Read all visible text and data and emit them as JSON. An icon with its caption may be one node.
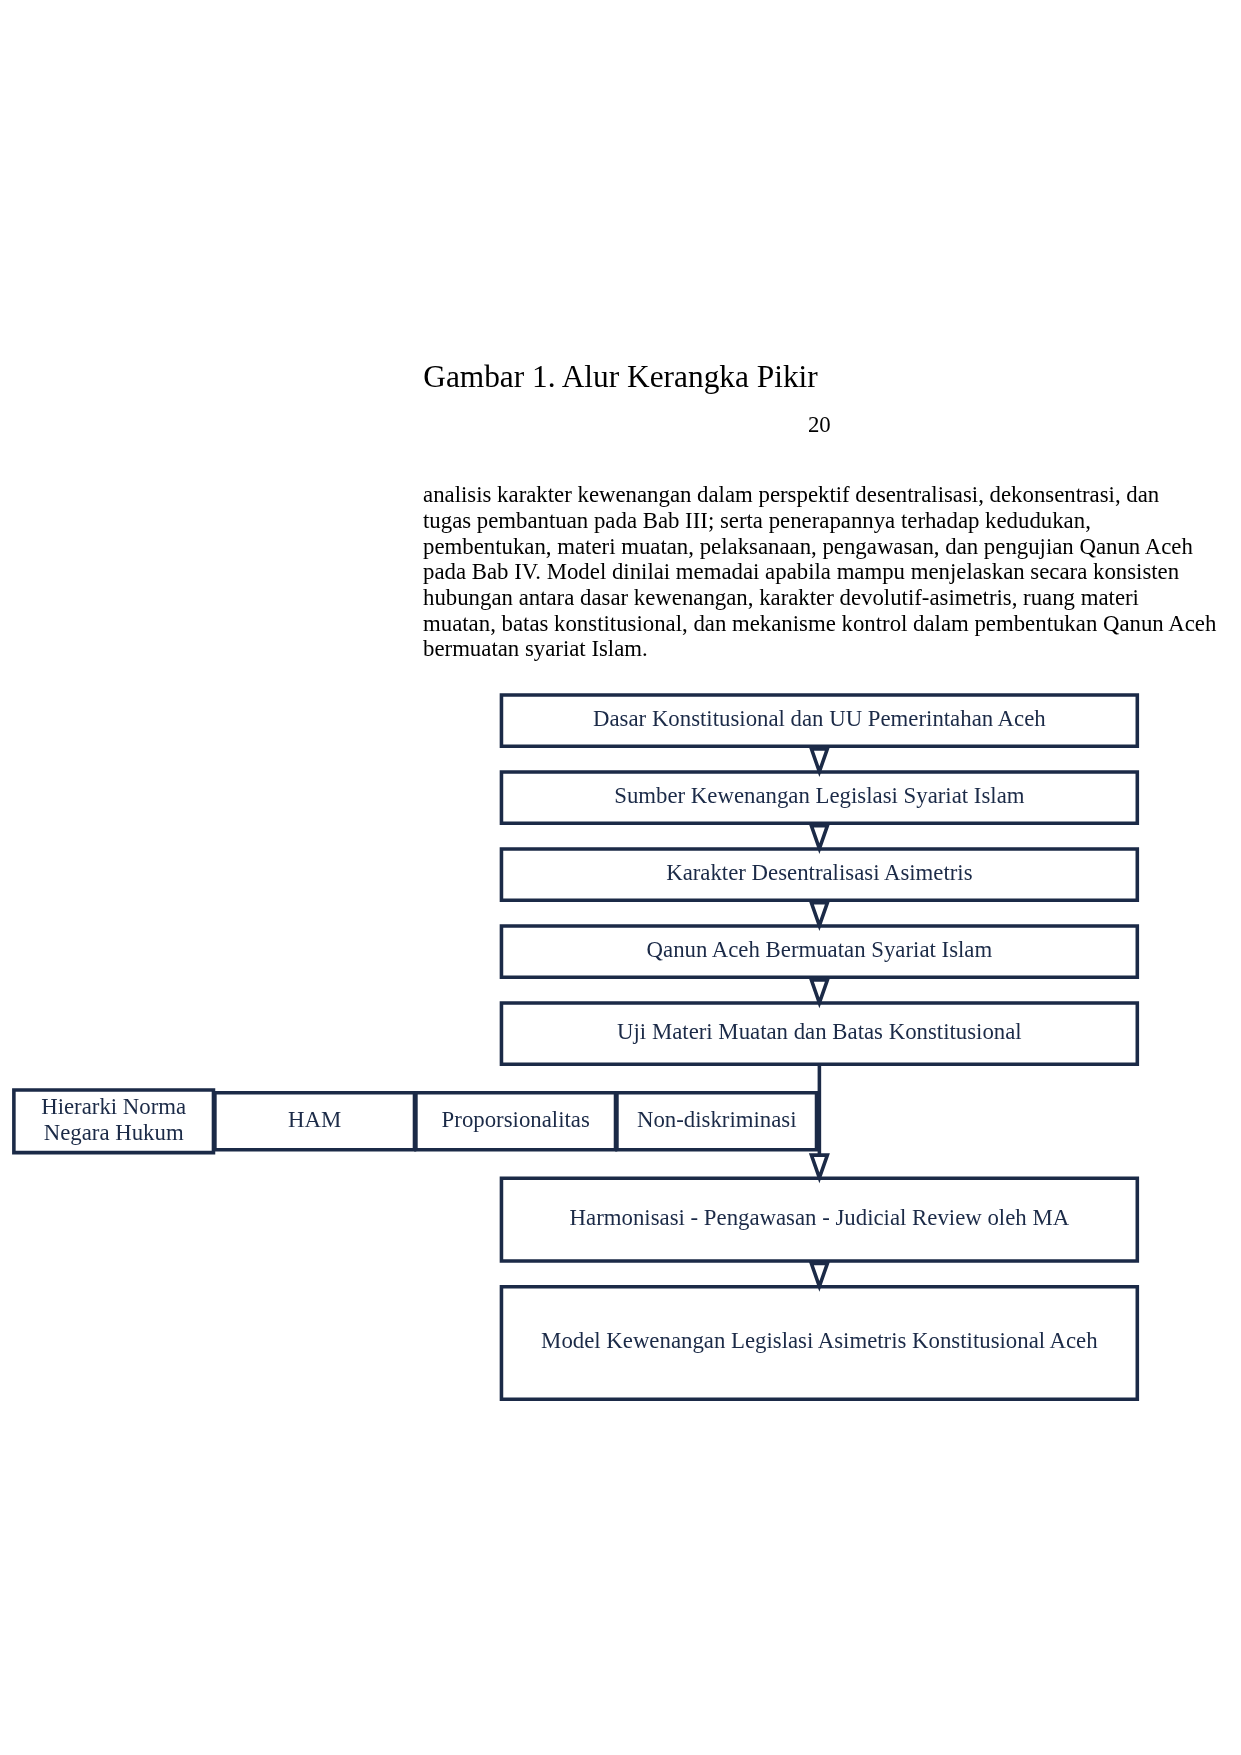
{
  "diagram": {
    "title": "Gambar 1. Alur Kerangka Pikir",
    "nodes": [
      {
        "text": [
          "Dasar Konstitusional dan UU Pemerintahan Aceh"
        ]
      },
      {
        "text": [
          "Sumber Kewenangan Legislasi Syariat Islam"
        ]
      },
      {
        "text": [
          "Karakter Desentralisasi Asimetris"
        ]
      },
      {
        "text": [
          "Qanun Aceh Bermuatan Syariat Islam"
        ]
      },
      {
        "text": [
          "Uji Materi Muatan dan Batas Konstitusional"
        ]
      },
      {
        "text": [
          "Hierarki Norma Negara Hukum"
        ]
      },
      {
        "text": [
          "HAM"
        ]
      },
      {
        "text": [
          "Proporsionalitas"
        ]
      },
      {
        "text": [
          "Non-diskriminasi"
        ]
      },
      {
        "text": [
          "Harmonisasi - Pengawasan - Judicial Review oleh MA"
        ]
      },
      {
        "text": [
          "Model Kewenangan Legislasi Asimetris Konstitusional Aceh"
        ]
      }
    ],
    "edges": [
      {
        "from": 0,
        "to": 1,
        "arrow": "to"
      },
      {
        "from": 1,
        "to": 2,
        "arrow": "to"
      },
      {
        "from": 2,
        "to": 3,
        "arrow": "to"
      },
      {
        "from": 3,
        "to": 4,
        "arrow": "to"
      },
      {
        "from": 4,
        "to": 9,
        "arrow": "to"
      },
      {
        "from": 9,
        "to": 10,
        "arrow": "to"
      }
    ],
    "labels": [
      "20",
      "analisis karakter kewenangan dalam perspektif desentralisasi, dekonsentrasi, dan tugas pembantuan pada Bab III; serta penerapannya terhadap kedudukan, pembentukan, materi muatan, pelaksanaan, pengawasan, dan pengujian Qanun Aceh pada Bab IV. Model dinilai memadai apabila mampu menjelaskan secara konsisten hubungan antara dasar kewenangan, karakter devolutif-asimetris, ruang materi muatan, batas konstitusional, dan mekanisme kontrol dalam pembentukan Qanun Aceh bermuatan syariat Islam."
    ]
  }
}
